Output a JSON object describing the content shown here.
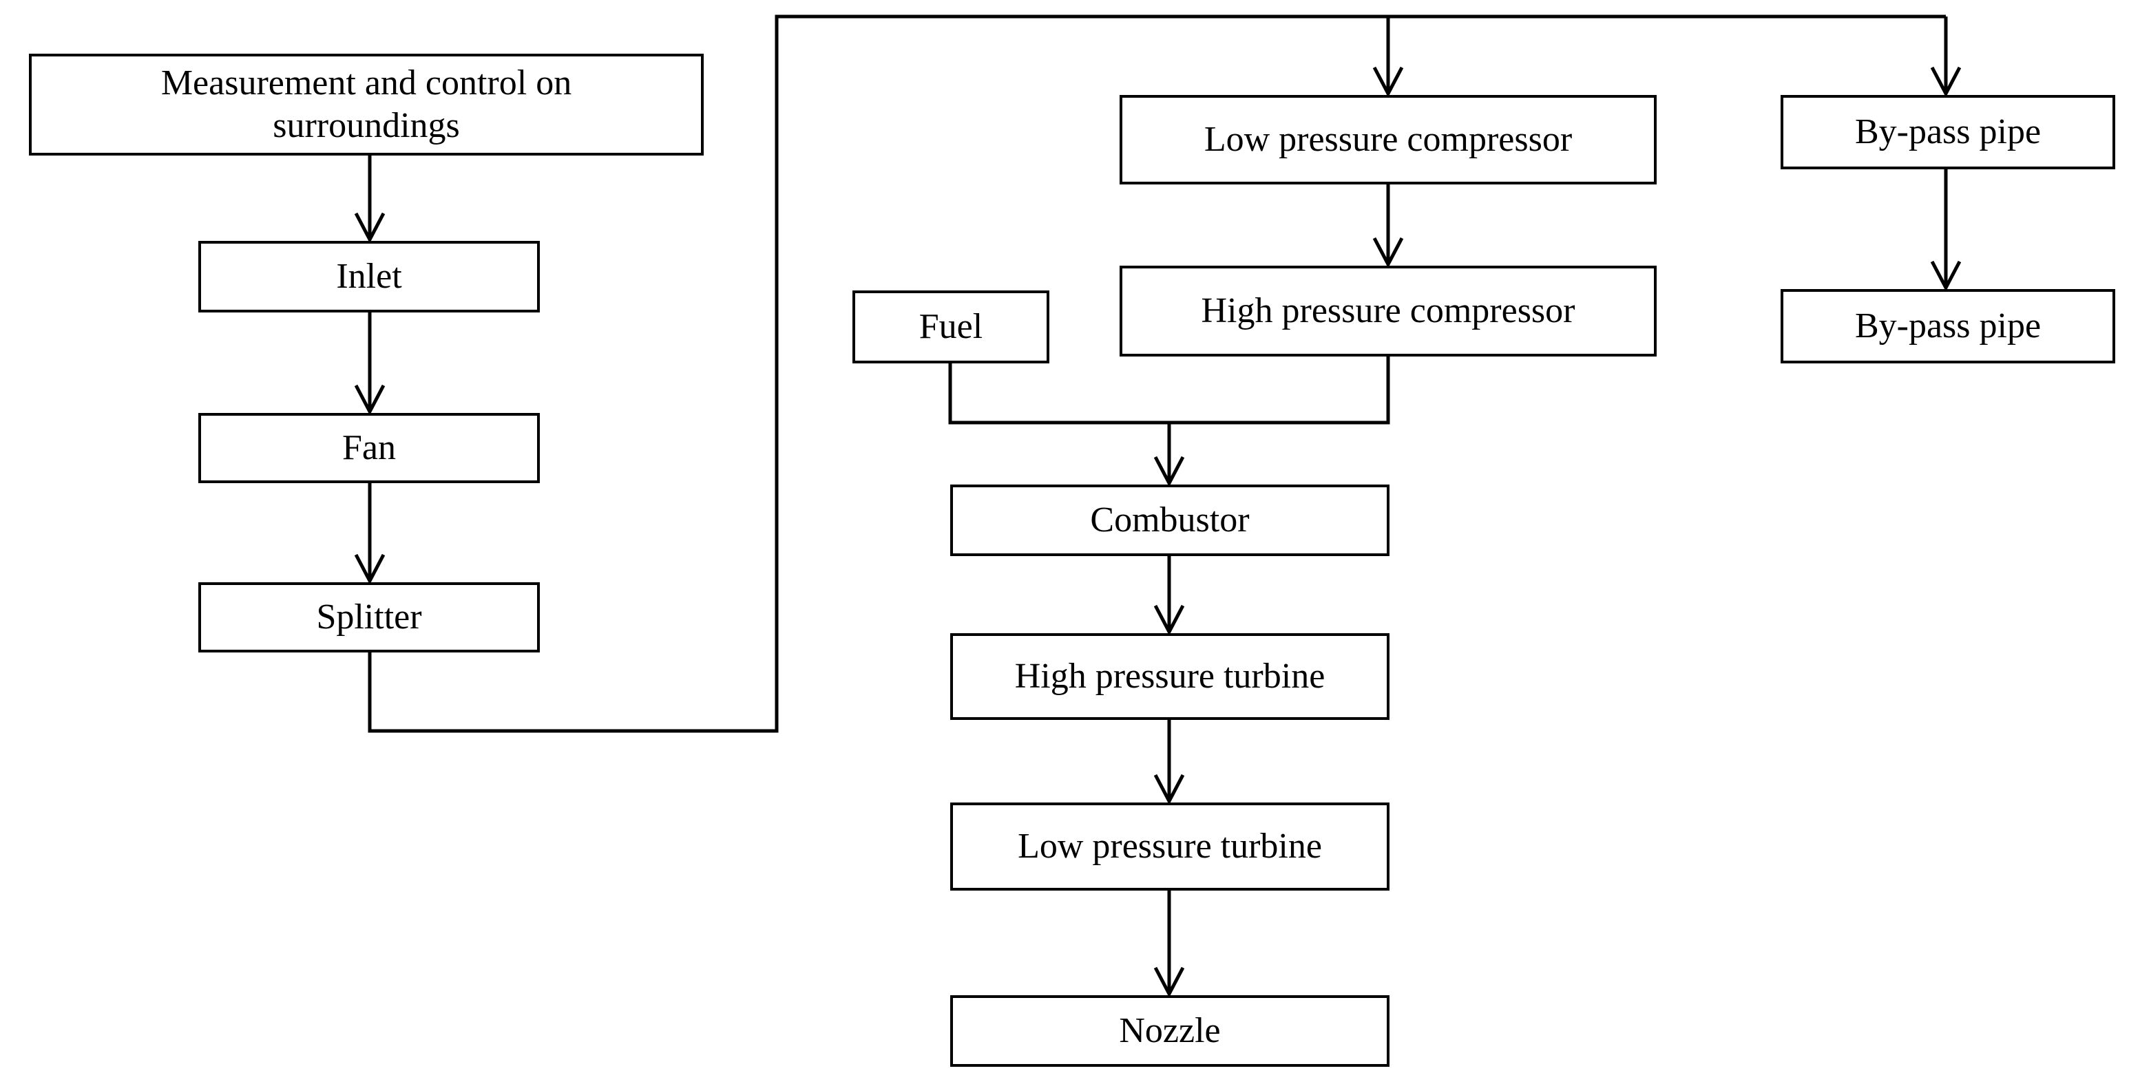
{
  "nodes": {
    "measurement": {
      "line1": "Measurement and control on",
      "line2": "surroundings"
    },
    "inlet": "Inlet",
    "fan": "Fan",
    "splitter": "Splitter",
    "lp_compressor": "Low pressure compressor",
    "hp_compressor": "High pressure compressor",
    "bypass_1": "By-pass pipe",
    "bypass_2": "By-pass pipe",
    "fuel": "Fuel",
    "combustor": "Combustor",
    "hp_turbine": "High pressure turbine",
    "lp_turbine": "Low pressure turbine",
    "nozzle": "Nozzle"
  },
  "edges": [
    {
      "from": "measurement",
      "to": "inlet"
    },
    {
      "from": "inlet",
      "to": "fan"
    },
    {
      "from": "fan",
      "to": "splitter"
    },
    {
      "from": "splitter",
      "to": "lp_compressor"
    },
    {
      "from": "splitter",
      "to": "bypass_1"
    },
    {
      "from": "lp_compressor",
      "to": "hp_compressor"
    },
    {
      "from": "bypass_1",
      "to": "bypass_2"
    },
    {
      "from": "fuel",
      "to": "combustor"
    },
    {
      "from": "hp_compressor",
      "to": "combustor"
    },
    {
      "from": "combustor",
      "to": "hp_turbine"
    },
    {
      "from": "hp_turbine",
      "to": "lp_turbine"
    },
    {
      "from": "lp_turbine",
      "to": "nozzle"
    }
  ]
}
